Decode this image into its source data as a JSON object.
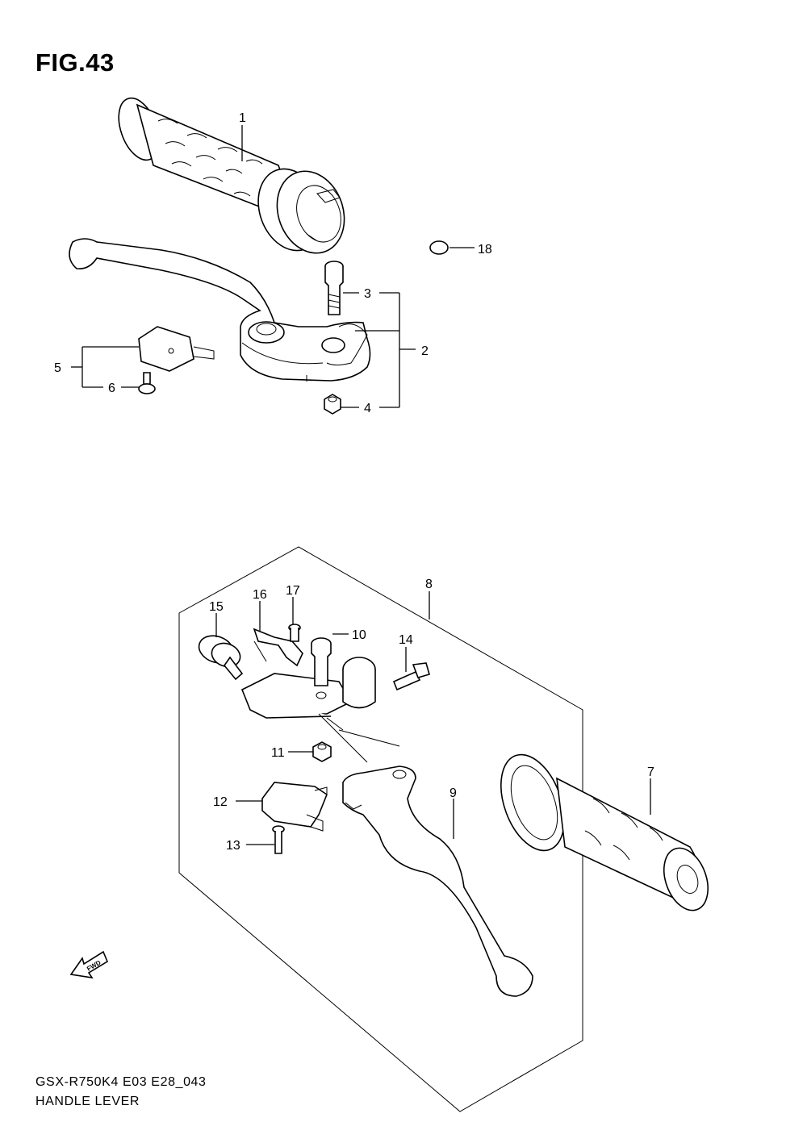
{
  "figure": {
    "title": "FIG.43"
  },
  "footer": {
    "model_code": "GSX-R750K4 E03 E28_043",
    "caption": "HANDLE LEVER"
  },
  "fwd_mark": {
    "label": "FWD"
  },
  "callouts": [
    {
      "id": "c1",
      "label": "1"
    },
    {
      "id": "c2",
      "label": "2"
    },
    {
      "id": "c3",
      "label": "3"
    },
    {
      "id": "c4",
      "label": "4"
    },
    {
      "id": "c5",
      "label": "5"
    },
    {
      "id": "c6",
      "label": "6"
    },
    {
      "id": "c7",
      "label": "7"
    },
    {
      "id": "c8",
      "label": "8"
    },
    {
      "id": "c9",
      "label": "9"
    },
    {
      "id": "c10",
      "label": "10"
    },
    {
      "id": "c11",
      "label": "11"
    },
    {
      "id": "c12",
      "label": "12"
    },
    {
      "id": "c13",
      "label": "13"
    },
    {
      "id": "c14",
      "label": "14"
    },
    {
      "id": "c15",
      "label": "15"
    },
    {
      "id": "c16",
      "label": "16"
    },
    {
      "id": "c17",
      "label": "17"
    },
    {
      "id": "c18",
      "label": "18"
    }
  ]
}
